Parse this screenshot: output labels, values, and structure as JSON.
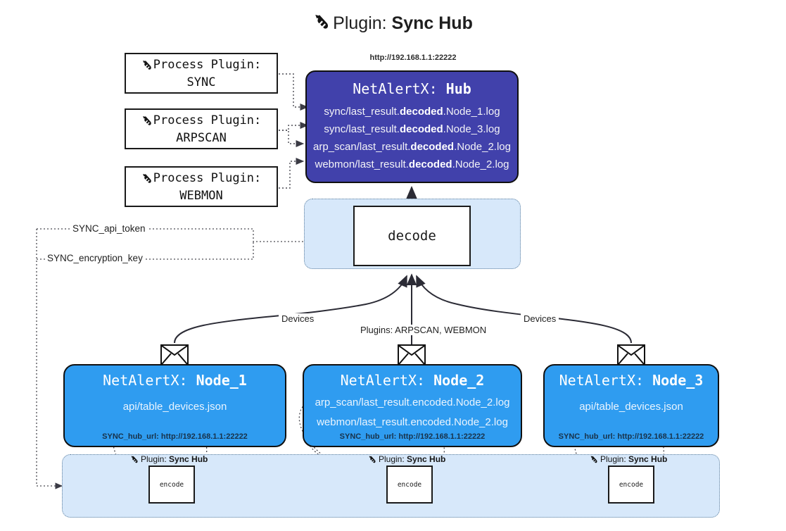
{
  "page": {
    "title_prefix": "Plugin: ",
    "title_strong": "Sync Hub",
    "plug_icon": "plug-icon"
  },
  "colors": {
    "hub_fill": "#4141ab",
    "node_fill": "#2f9cf0",
    "zone_fill": "#d7e8fa",
    "zone_border": "#5b7d9c",
    "stroke": "#1a1a1a",
    "page_bg": "#ffffff"
  },
  "process_plugins": [
    {
      "line1": "Process Plugin:",
      "line2": "SYNC"
    },
    {
      "line1": "Process Plugin:",
      "line2": "ARPSCAN"
    },
    {
      "line1": "Process Plugin:",
      "line2": "WEBMON"
    }
  ],
  "hub": {
    "url": "http://192.168.1.1:22222",
    "title_prefix": "NetAlertX: ",
    "title_strong": "Hub",
    "lines": [
      {
        "pre": "sync/last_result.",
        "strong": "decoded",
        "post": ".Node_1.log"
      },
      {
        "pre": "sync/last_result.",
        "strong": "decoded",
        "post": ".Node_3.log"
      },
      {
        "pre": "arp_scan/last_result.",
        "strong": "decoded",
        "post": ".Node_2.log"
      },
      {
        "pre": "webmon/last_result.",
        "strong": "decoded",
        "post": ".Node_2.log"
      }
    ]
  },
  "decode": {
    "label": "decode"
  },
  "secrets": [
    {
      "label": "SYNC_api_token"
    },
    {
      "label": "SYNC_encryption_key"
    }
  ],
  "edge_labels": {
    "devices_left": "Devices",
    "devices_right": "Devices",
    "plugins_center": "Plugins: ARPSCAN, WEBMON"
  },
  "nodes": [
    {
      "title_prefix": "NetAlertX: ",
      "title_strong": "Node_1",
      "lines": [
        "api/table_devices.json"
      ],
      "footer": "SYNC_hub_url: http://192.168.1.1:22222",
      "envelope": "envelope-icon"
    },
    {
      "title_prefix": "NetAlertX: ",
      "title_strong": "Node_2",
      "lines": [
        "arp_scan/last_result.encoded.Node_2.log",
        "webmon/last_result.encoded.Node_2.log"
      ],
      "footer": "SYNC_hub_url: http://192.168.1.1:22222",
      "envelope": "envelope-icon"
    },
    {
      "title_prefix": "NetAlertX: ",
      "title_strong": "Node_3",
      "lines": [
        "api/table_devices.json"
      ],
      "footer": "SYNC_hub_url: http://192.168.1.1:22222",
      "envelope": "envelope-icon"
    }
  ],
  "encoders": [
    {
      "caption_prefix": "Plugin: ",
      "caption_strong": "Sync Hub",
      "label": "encode"
    },
    {
      "caption_prefix": "Plugin: ",
      "caption_strong": "Sync Hub",
      "label": "encode"
    },
    {
      "caption_prefix": "Plugin: ",
      "caption_strong": "Sync Hub",
      "label": "encode"
    }
  ]
}
